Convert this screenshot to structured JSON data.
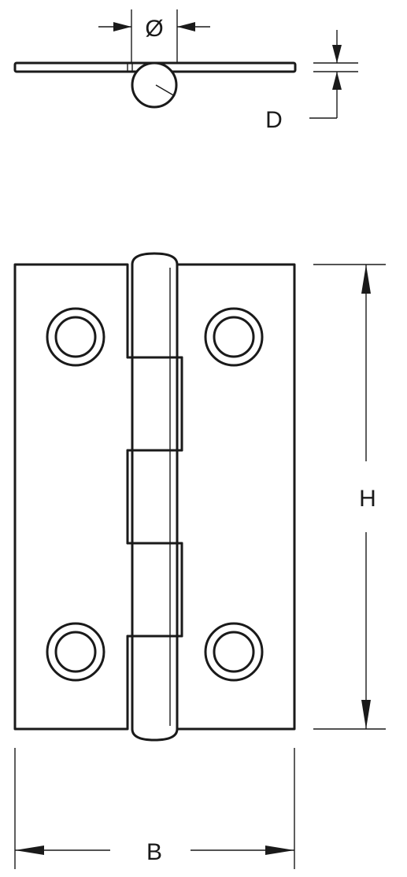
{
  "labels": {
    "diameter": "Ø",
    "depth": "D",
    "height": "H",
    "width": "B"
  },
  "colors": {
    "stroke": "#1a1a1a",
    "background": "#ffffff"
  }
}
